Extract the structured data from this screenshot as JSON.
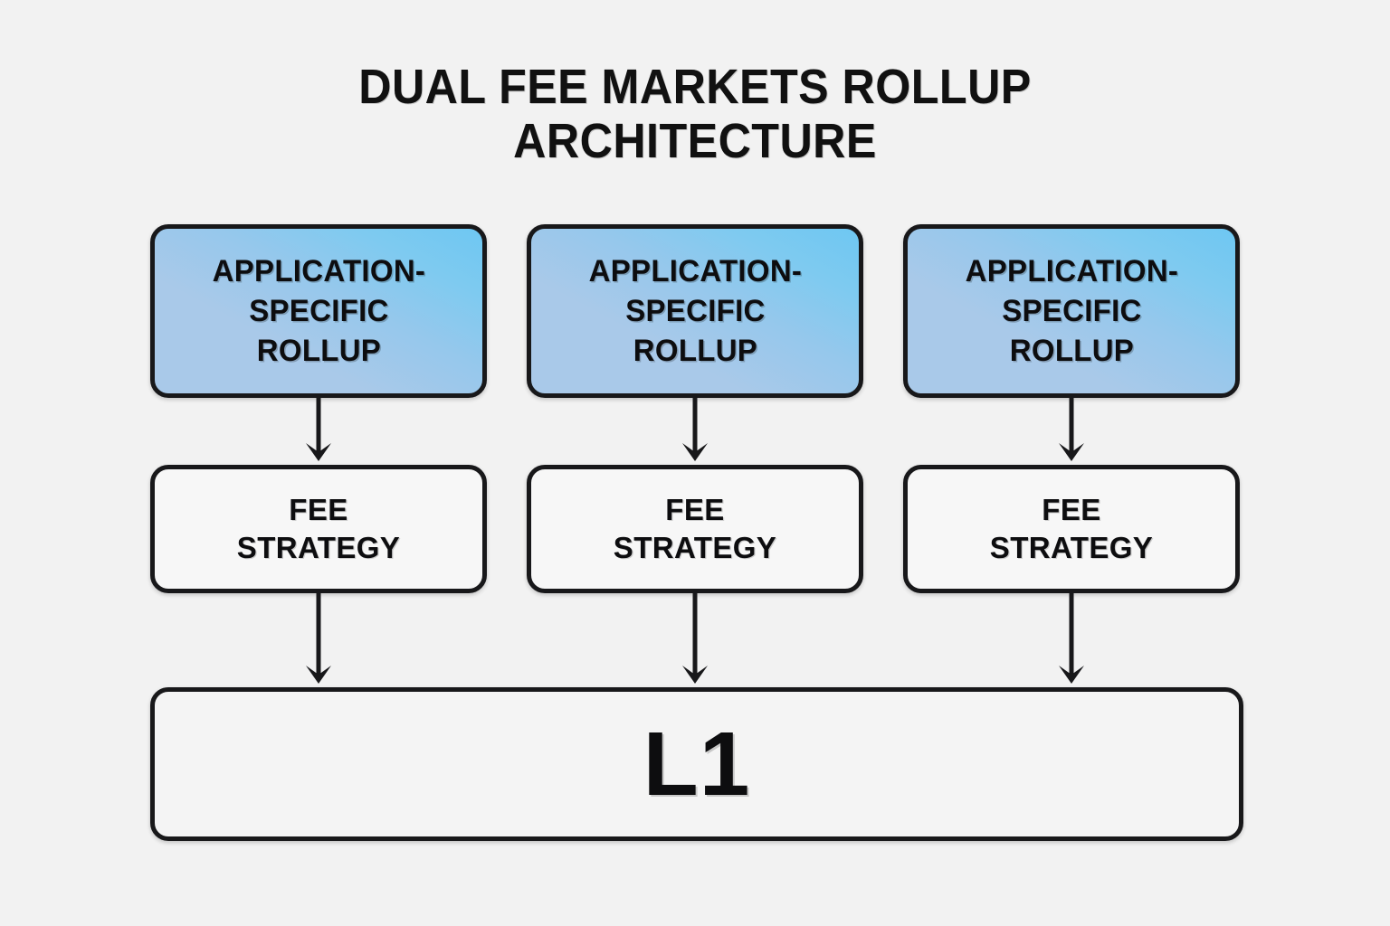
{
  "diagram": {
    "title": "Dual Fee Markets Rollup Architecture",
    "background_color": "#f2f2f2",
    "node_border_color": "#18181a",
    "rollup_gradient_from": "#a9c9e9",
    "rollup_gradient_to": "#6ec7f2",
    "plain_node_fill": "#f7f7f7"
  },
  "columns": [
    {
      "rollup_label": "Application-\nSpecific\nRollup",
      "strategy_label": "Fee\nStrategy",
      "arrow_rollup_to_strategy": "down-arrow",
      "arrow_strategy_to_l1": "down-arrow"
    },
    {
      "rollup_label": "Application-\nSpecific\nRollup",
      "strategy_label": "Fee\nStrategy",
      "arrow_rollup_to_strategy": "down-arrow",
      "arrow_strategy_to_l1": "down-arrow"
    },
    {
      "rollup_label": "Application-\nSpecific\nRollup",
      "strategy_label": "Fee\nStrategy",
      "arrow_rollup_to_strategy": "down-arrow",
      "arrow_strategy_to_l1": "down-arrow"
    }
  ],
  "base_layer": {
    "label": "L1"
  }
}
